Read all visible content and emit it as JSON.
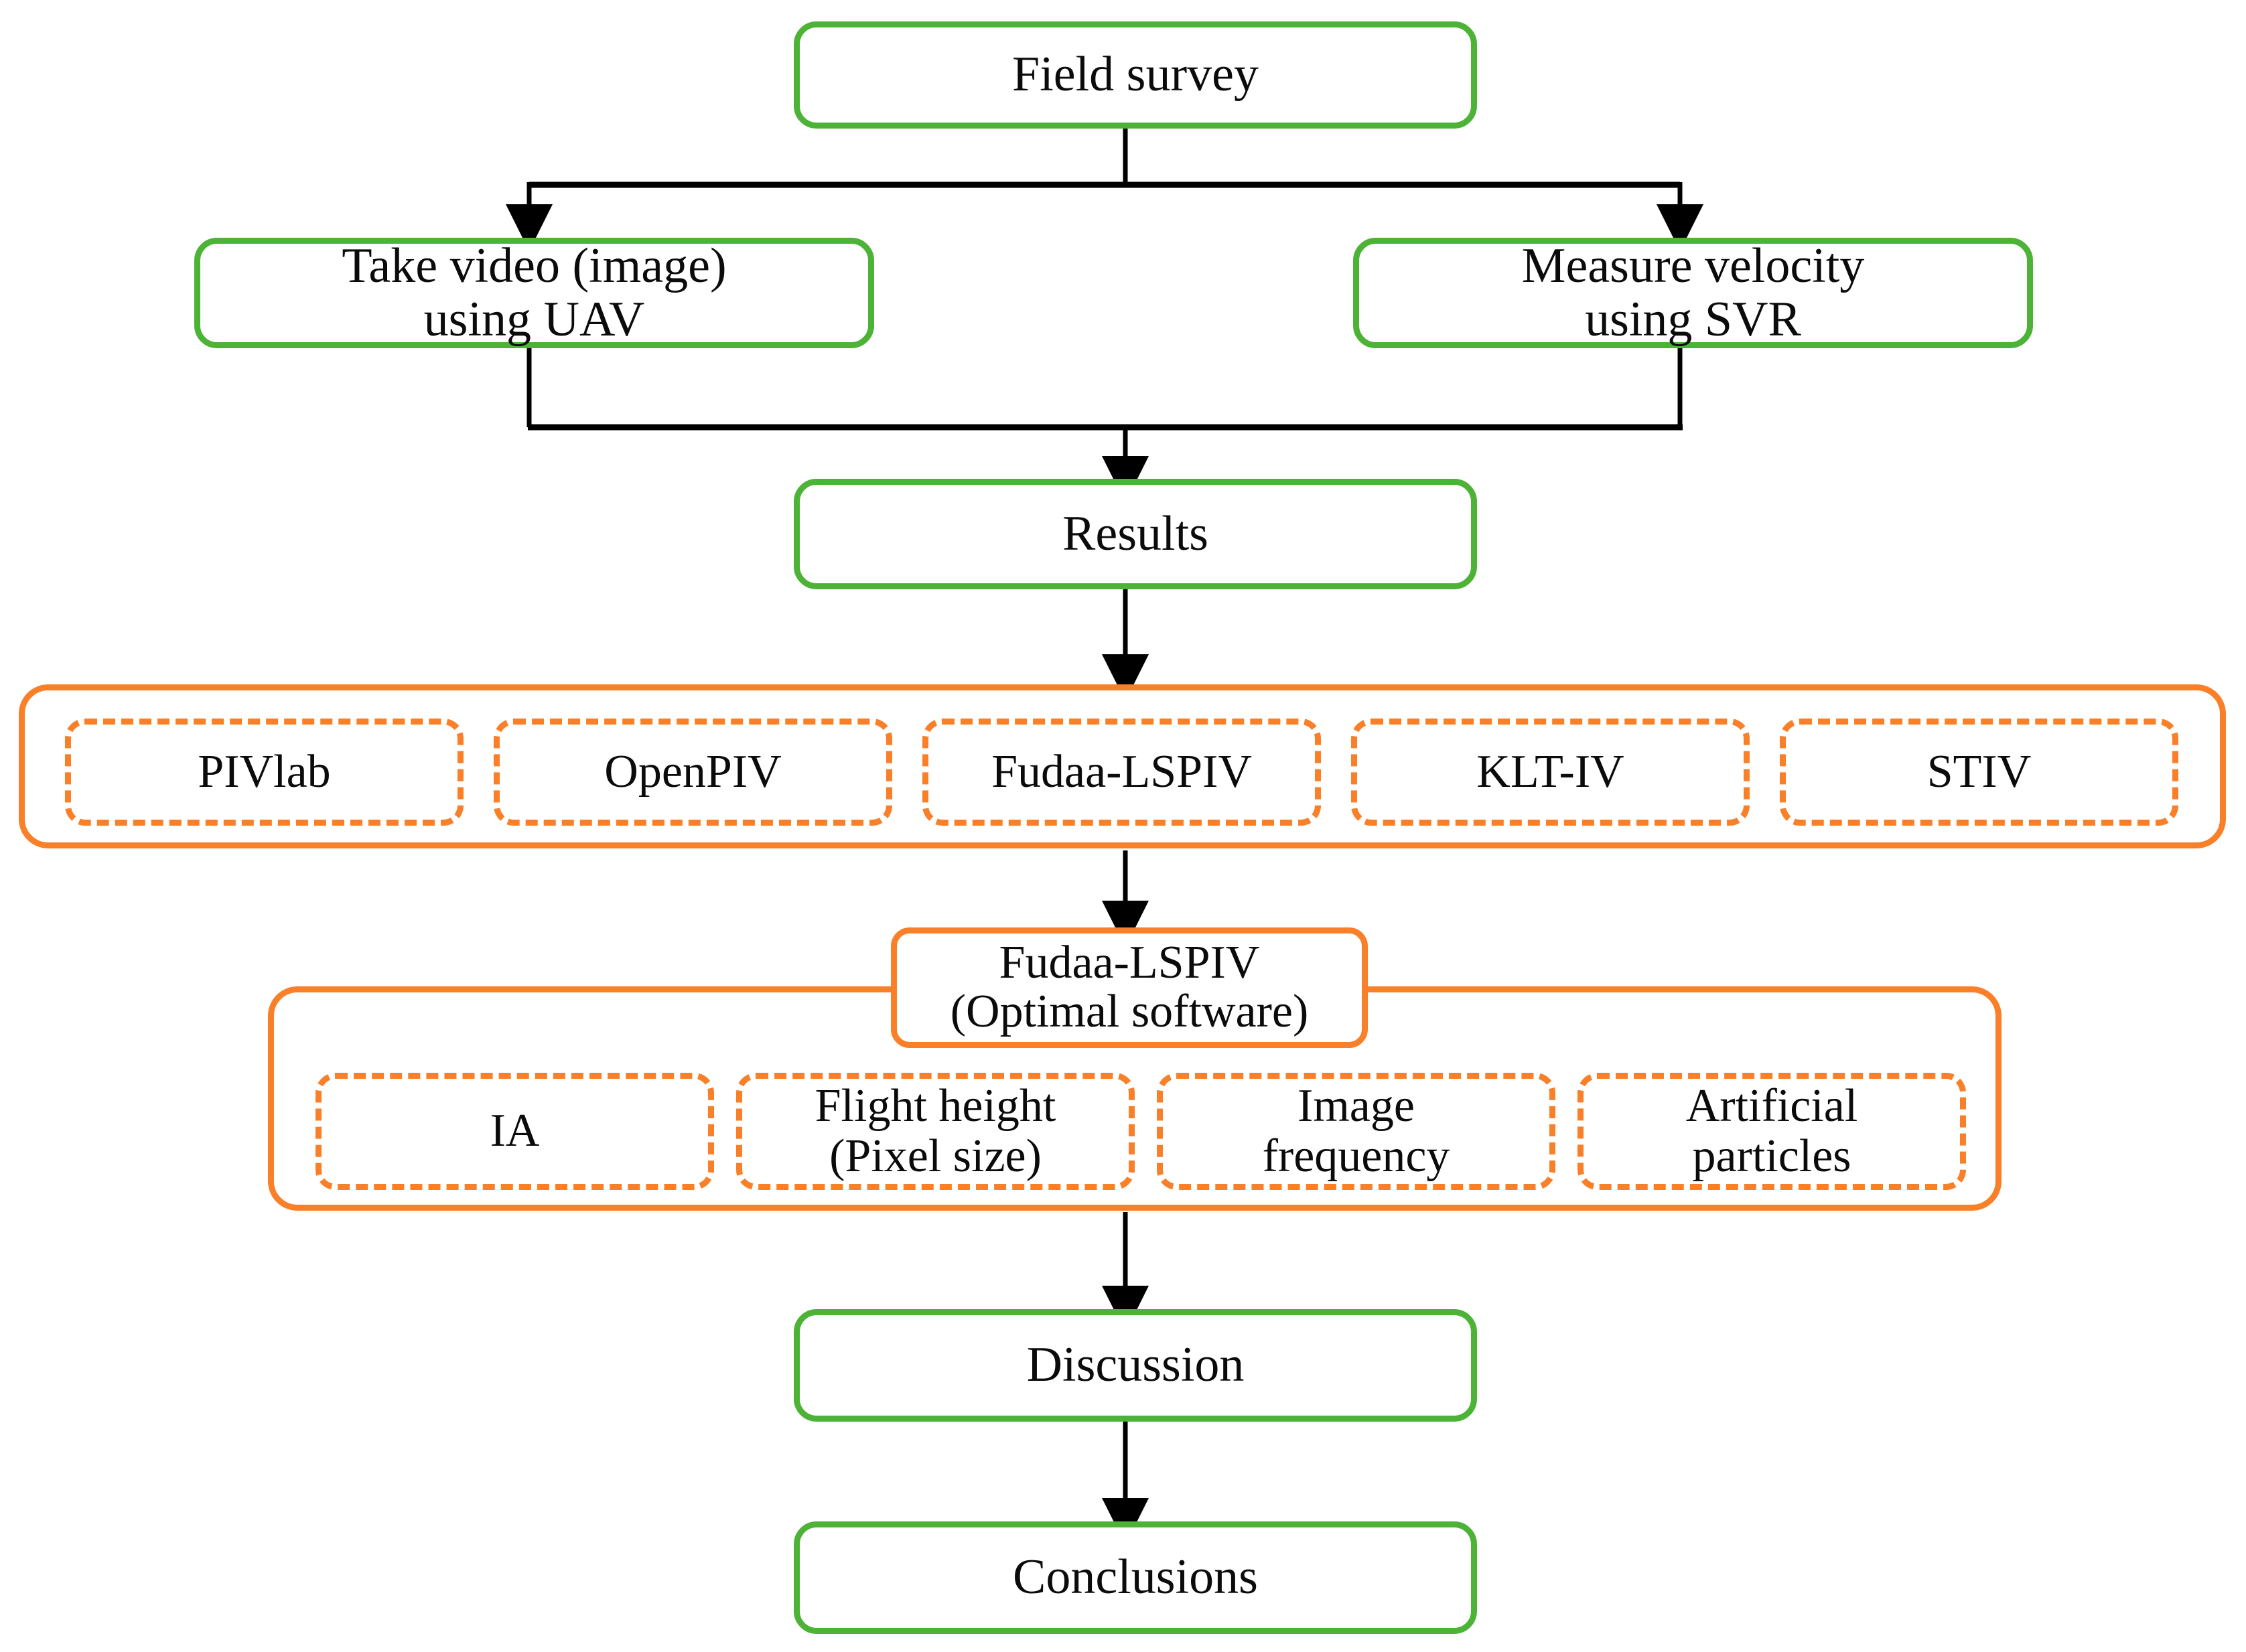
{
  "colors": {
    "green": "#4CB336",
    "orange": "#F97F28",
    "arrow": "#000000",
    "text": "#0b0b0b",
    "background": "#ffffff"
  },
  "diagram": {
    "title": "Field survey methodology flowchart",
    "type": "flowchart"
  },
  "nodes": {
    "field_survey": "Field survey",
    "take_video": "Take video (image)\nusing UAV",
    "measure_velocity": "Measure velocity\nusing SVR",
    "results": "Results",
    "optimal_software": "Fudaa-LSPIV\n(Optimal software)",
    "discussion": "Discussion",
    "conclusions": "Conclusions"
  },
  "software_group": {
    "items": [
      {
        "label": "PIVlab"
      },
      {
        "label": "OpenPIV"
      },
      {
        "label": "Fudaa-LSPIV"
      },
      {
        "label": "KLT-IV"
      },
      {
        "label": "STIV"
      }
    ]
  },
  "parameter_group": {
    "items": [
      {
        "label": "IA"
      },
      {
        "label": "Flight height\n(Pixel size)"
      },
      {
        "label": "Image\nfrequency"
      },
      {
        "label": "Artificial\nparticles"
      }
    ]
  }
}
